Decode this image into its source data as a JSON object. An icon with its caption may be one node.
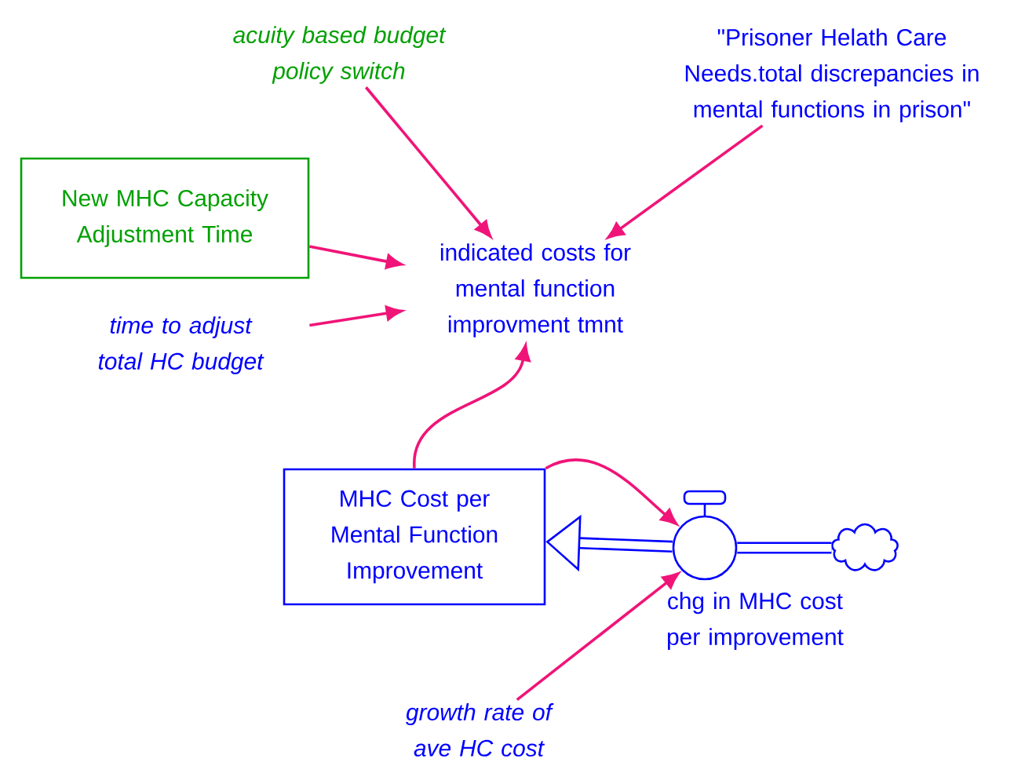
{
  "diagram": {
    "nodes": [
      {
        "text": [
          "acuity based budget policy switch"
        ]
      },
      {
        "text": [
          "\"Prisoner Helath Care Needs.total discrepancies in mental functions in prison\""
        ]
      },
      {
        "text": [
          "New MHC Capacity Adjustment Time"
        ]
      },
      {
        "text": [
          "indicated costs for mental function improvment tmnt"
        ]
      },
      {
        "text": [
          "time to adjust total HC budget"
        ]
      },
      {
        "text": [
          "MHC Cost per Mental Function Improvement"
        ]
      },
      {
        "text": [],
        "shape": "circle",
        "beside": [
          "chg in MHC cost per improvement"
        ]
      },
      {
        "text": [],
        "shape": "cloud"
      },
      {
        "text": [
          "growth rate of ave HC cost"
        ]
      }
    ],
    "edges": [
      {
        "from": 0,
        "to": 3,
        "arrow": "to"
      },
      {
        "from": 1,
        "to": 3,
        "arrow": "to"
      },
      {
        "from": 2,
        "to": 3,
        "arrow": "to"
      },
      {
        "from": 4,
        "to": 3,
        "arrow": "to"
      },
      {
        "from": 5,
        "to": 3,
        "arrow": "to"
      },
      {
        "from": 5,
        "to": 6,
        "arrow": "to"
      },
      {
        "from": 6,
        "to": 5,
        "arrow": "to",
        "style": "thick",
        "color": "#0000ff"
      },
      {
        "from": 7,
        "to": 6,
        "arrow": "none",
        "style": "thick",
        "color": "#0000ff"
      },
      {
        "from": 8,
        "to": 6,
        "arrow": "to"
      }
    ]
  }
}
